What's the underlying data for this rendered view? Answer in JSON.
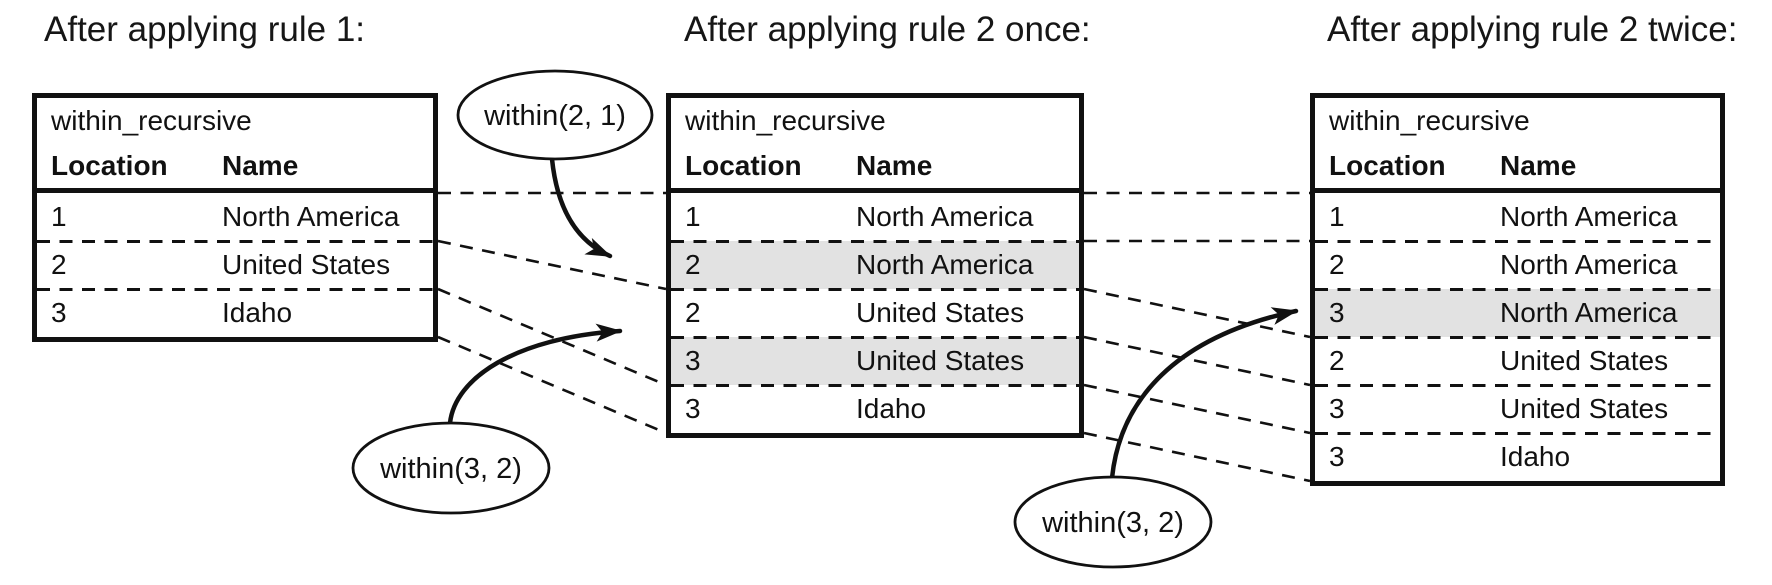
{
  "figure": {
    "panels": [
      {
        "title": "After applying rule 1:",
        "table": {
          "name": "within_recursive",
          "columns": [
            "Location",
            "Name"
          ],
          "rows": [
            {
              "location": "1",
              "name": "North America",
              "highlighted": false
            },
            {
              "location": "2",
              "name": "United States",
              "highlighted": false
            },
            {
              "location": "3",
              "name": "Idaho",
              "highlighted": false
            }
          ]
        }
      },
      {
        "title": "After applying rule 2 once:",
        "table": {
          "name": "within_recursive",
          "columns": [
            "Location",
            "Name"
          ],
          "rows": [
            {
              "location": "1",
              "name": "North America",
              "highlighted": false
            },
            {
              "location": "2",
              "name": "North America",
              "highlighted": true
            },
            {
              "location": "2",
              "name": "United States",
              "highlighted": false
            },
            {
              "location": "3",
              "name": "United States",
              "highlighted": true
            },
            {
              "location": "3",
              "name": "Idaho",
              "highlighted": false
            }
          ]
        }
      },
      {
        "title": "After applying rule 2 twice:",
        "table": {
          "name": "within_recursive",
          "columns": [
            "Location",
            "Name"
          ],
          "rows": [
            {
              "location": "1",
              "name": "North America",
              "highlighted": false
            },
            {
              "location": "2",
              "name": "North America",
              "highlighted": false
            },
            {
              "location": "3",
              "name": "North America",
              "highlighted": true
            },
            {
              "location": "2",
              "name": "United States",
              "highlighted": false
            },
            {
              "location": "3",
              "name": "United States",
              "highlighted": false
            },
            {
              "location": "3",
              "name": "Idaho",
              "highlighted": false
            }
          ]
        }
      }
    ],
    "annotations": [
      {
        "label": "within(2, 1)"
      },
      {
        "label": "within(3, 2)"
      },
      {
        "label": "within(3, 2)"
      }
    ],
    "colors": {
      "highlight": "#e2e2e2",
      "ink": "#111111"
    }
  }
}
